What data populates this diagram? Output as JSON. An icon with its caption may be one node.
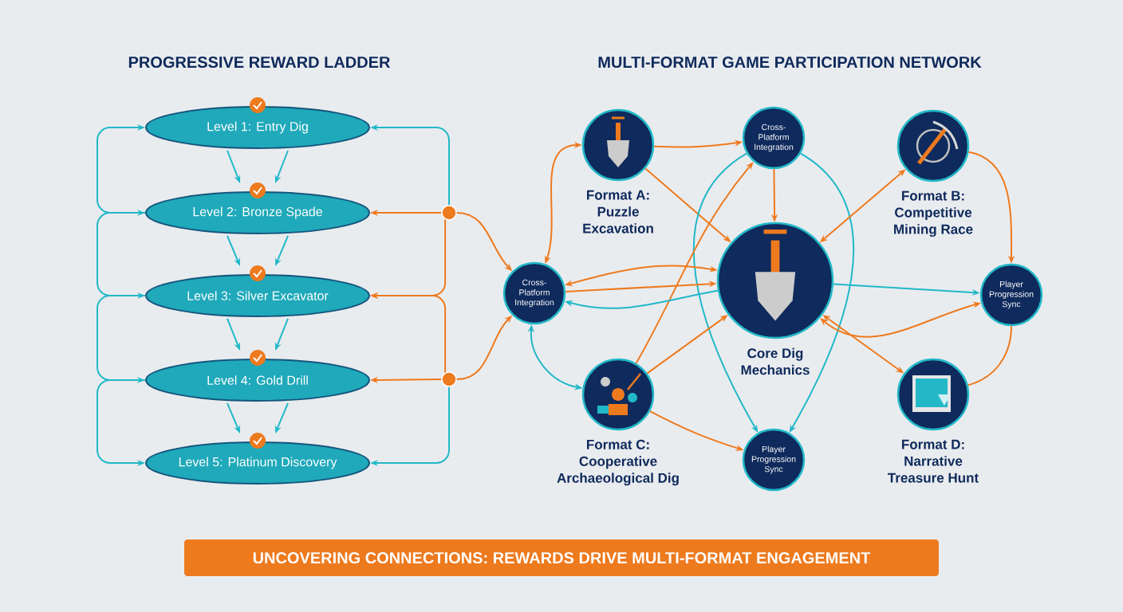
{
  "diagram": {
    "nodes": [
      {
        "text": [
          "Level 1: Entry Dig"
        ]
      },
      {
        "text": [
          "Level 2: Bronze Spade"
        ]
      },
      {
        "text": [
          "Level 3: Silver Excavator"
        ]
      },
      {
        "text": [
          "Level 4: Gold Drill"
        ]
      },
      {
        "text": [
          "Level 5: Platinum Discovery"
        ]
      },
      {
        "text": [],
        "shape": "circle"
      },
      {
        "text": [],
        "shape": "circle"
      },
      {
        "text": [
          "Cross-Platform Integration"
        ]
      },
      {
        "text": [
          "Format A: Puzzle Excavation"
        ]
      },
      {
        "text": [
          "Cross-Platform Integration"
        ]
      },
      {
        "text": [
          "Format B: Competitive Mining Race"
        ]
      },
      {
        "text": [
          "Core Dig Mechanics"
        ]
      },
      {
        "text": [
          "Player Progression Sync"
        ]
      },
      {
        "text": [
          "Format C: Cooperative Archaeological Dig"
        ]
      },
      {
        "text": [
          "Player Progression Sync"
        ]
      },
      {
        "text": [
          "Format D: Narrative Treasure Hunt"
        ]
      },
      {
        "text": [
          "UNCOVERING CONNECTIONS: REWARDS DRIVE MULTI-FORMAT ENGAGEMENT"
        ]
      }
    ],
    "edges": [
      {
        "from": 0,
        "to": 1,
        "arrow": "to",
        "color": "#22b8c8"
      },
      {
        "from": 0,
        "to": 1,
        "arrow": "to",
        "color": "#22b8c8"
      },
      {
        "from": 1,
        "to": 2,
        "arrow": "to",
        "color": "#22b8c8"
      },
      {
        "from": 1,
        "to": 2,
        "arrow": "to",
        "color": "#22b8c8"
      },
      {
        "from": 2,
        "to": 3,
        "arrow": "to",
        "color": "#22b8c8"
      },
      {
        "from": 2,
        "to": 3,
        "arrow": "to",
        "color": "#22b8c8"
      },
      {
        "from": 3,
        "to": 4,
        "arrow": "to",
        "color": "#22b8c8"
      },
      {
        "from": 3,
        "to": 4,
        "arrow": "to",
        "color": "#22b8c8"
      },
      {
        "from": 0,
        "to": 1,
        "arrow": "both",
        "color": "#22b8c8"
      },
      {
        "from": 1,
        "to": 2,
        "arrow": "to",
        "color": "#22b8c8"
      },
      {
        "from": 2,
        "to": 3,
        "arrow": "to",
        "color": "#22b8c8"
      },
      {
        "from": 3,
        "to": 4,
        "arrow": "to",
        "color": "#22b8c8"
      },
      {
        "from": 5,
        "to": 0,
        "arrow": "to",
        "color": "#22b8c8"
      },
      {
        "from": 5,
        "to": 1,
        "arrow": "to",
        "color": "#ee7a1e"
      },
      {
        "from": 5,
        "to": 2,
        "arrow": "to",
        "color": "#ee7a1e"
      },
      {
        "from": 5,
        "to": 7,
        "arrow": "to",
        "color": "#ee7a1e"
      },
      {
        "from": 6,
        "to": 2,
        "arrow": "to",
        "color": "#ee7a1e"
      },
      {
        "from": 6,
        "to": 3,
        "arrow": "to",
        "color": "#ee7a1e"
      },
      {
        "from": 6,
        "to": 4,
        "arrow": "to",
        "color": "#22b8c8"
      },
      {
        "from": 6,
        "to": 7,
        "arrow": "to",
        "color": "#ee7a1e"
      },
      {
        "from": 8,
        "to": 7,
        "arrow": "both",
        "color": "#ee7a1e"
      },
      {
        "from": 8,
        "to": 9,
        "arrow": "to",
        "color": "#ee7a1e"
      },
      {
        "from": 8,
        "to": 11,
        "arrow": "to",
        "color": "#ee7a1e"
      },
      {
        "from": 9,
        "to": 11,
        "arrow": "to",
        "color": "#ee7a1e"
      },
      {
        "from": 9,
        "to": 14,
        "arrow": "to",
        "color": "#22b8c8"
      },
      {
        "from": 9,
        "to": 14,
        "arrow": "to",
        "color": "#22b8c8"
      },
      {
        "from": 13,
        "to": 9,
        "arrow": "to",
        "color": "#ee7a1e"
      },
      {
        "from": 13,
        "to": 11,
        "arrow": "to",
        "color": "#ee7a1e"
      },
      {
        "from": 11,
        "to": 7,
        "arrow": "both",
        "color": "#ee7a1e"
      },
      {
        "from": 7,
        "to": 11,
        "arrow": "to",
        "color": "#ee7a1e"
      },
      {
        "from": 11,
        "to": 7,
        "arrow": "to",
        "color": "#22b8c8"
      },
      {
        "from": 7,
        "to": 13,
        "arrow": "both",
        "color": "#22b8c8"
      },
      {
        "from": 13,
        "to": 14,
        "arrow": "to",
        "color": "#ee7a1e"
      },
      {
        "from": 11,
        "to": 10,
        "arrow": "both",
        "color": "#ee7a1e"
      },
      {
        "from": 11,
        "to": 12,
        "arrow": "to",
        "color": "#22b8c8"
      },
      {
        "from": 11,
        "to": 12,
        "arrow": "both",
        "color": "#ee7a1e"
      },
      {
        "from": 11,
        "to": 15,
        "arrow": "both",
        "color": "#ee7a1e"
      },
      {
        "from": 10,
        "to": 12,
        "arrow": "to",
        "color": "#ee7a1e"
      },
      {
        "from": 12,
        "to": 15,
        "arrow": "none",
        "color": "#ee7a1e"
      }
    ],
    "labels": [
      "PROGRESSIVE REWARD LADDER",
      "MULTI-FORMAT GAME PARTICIPATION NETWORK"
    ]
  }
}
